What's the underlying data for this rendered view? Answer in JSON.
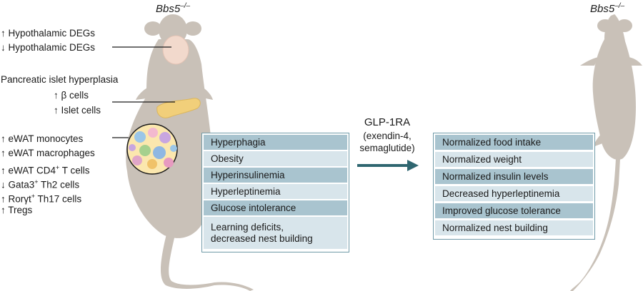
{
  "labels": {
    "genotype_left": "Bbs5",
    "genotype_left_sup": "–/–",
    "genotype_right": "Bbs5",
    "genotype_right_sup": "–/–",
    "hypo_up": "↑ Hypothalamic DEGs",
    "hypo_down": "↓ Hypothalamic DEGs",
    "pancreas_title": "Pancreatic islet hyperplasia",
    "beta_cells": "↑ β cells",
    "islet_cells": "↑ Islet cells",
    "ewat_monocytes": "↑ eWAT monocytes",
    "ewat_macrophages": "↑ eWAT macrophages",
    "ewat_cd4_pre": "↑ eWAT CD4",
    "ewat_cd4_sup": "+",
    "ewat_cd4_post": " T cells",
    "gata3_pre": "↓ Gata3",
    "gata3_sup": "+",
    "gata3_post": " Th2 cells",
    "ror_pre": "↑ Rorγt",
    "ror_sup": "+",
    "ror_post": " Th17 cells",
    "tregs": "↑ Tregs"
  },
  "treatment": {
    "drug": "GLP-1RA",
    "examples_line1": "(exendin-4,",
    "examples_line2": "semaglutide)"
  },
  "left_panel": [
    {
      "line1": "Hyperphagia",
      "line2": ""
    },
    {
      "line1": "Obesity",
      "line2": ""
    },
    {
      "line1": "Hyperinsulinemia",
      "line2": ""
    },
    {
      "line1": "Hyperleptinemia",
      "line2": ""
    },
    {
      "line1": "Glucose intolerance",
      "line2": ""
    },
    {
      "line1": "Learning deficits,",
      "line2": "decreased nest building"
    }
  ],
  "right_panel": [
    {
      "line1": "Normalized food intake"
    },
    {
      "line1": "Normalized weight"
    },
    {
      "line1": "Normalized insulin levels"
    },
    {
      "line1": "Decreased hyperleptinemia"
    },
    {
      "line1": "Improved glucose tolerance"
    },
    {
      "line1": "Normalized nest building"
    }
  ],
  "colors": {
    "mouse": "#c9c1b8",
    "brain": "#f2d9cc",
    "pancreas": "#f1cf7a",
    "panel_border": "#6f9aa8",
    "row_dark": "#a9c4cf",
    "row_light": "#d8e5eb",
    "arrow": "#2f6670"
  }
}
